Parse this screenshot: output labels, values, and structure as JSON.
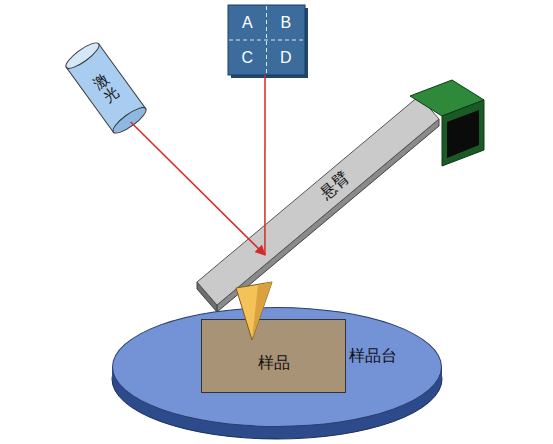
{
  "diagram": {
    "nodes": [
      {
        "text": [
          "激光"
        ]
      },
      {
        "text": [
          "A",
          "B",
          "C",
          "D"
        ]
      },
      {
        "text": [
          "悬臂"
        ]
      },
      {
        "text": [
          "样品台"
        ]
      },
      {
        "text": [
          "样品"
        ],
        "in": 3
      }
    ],
    "edges": [
      {
        "from": 0,
        "to": 2,
        "arrow": "to"
      },
      {
        "from": 2,
        "to": 1,
        "arrow": "none"
      }
    ]
  }
}
